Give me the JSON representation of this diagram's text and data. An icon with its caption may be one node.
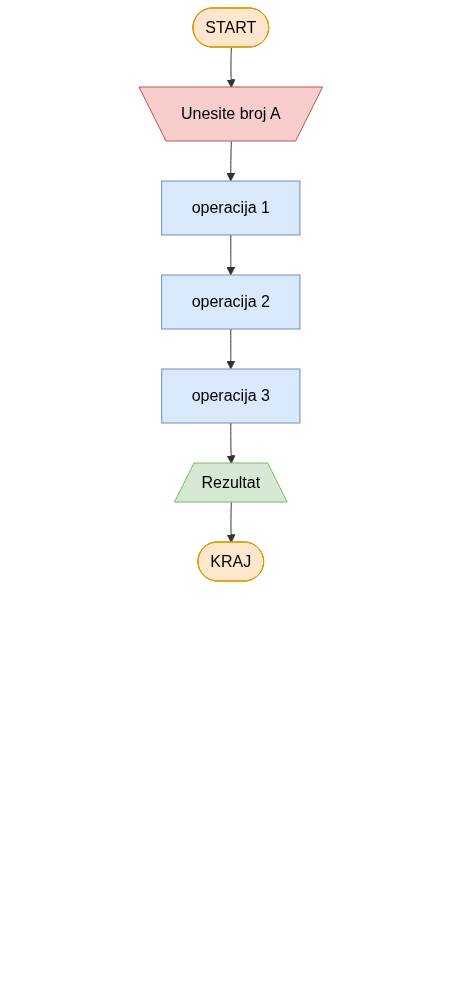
{
  "diagram": {
    "nodes": [
      {
        "text": [
          "START"
        ]
      },
      {
        "text": [
          "Unesite broj A"
        ]
      },
      {
        "text": [
          "operacija 1"
        ]
      },
      {
        "text": [
          "operacija 2"
        ]
      },
      {
        "text": [
          "operacija 3"
        ]
      },
      {
        "text": [
          "Rezultat"
        ]
      },
      {
        "text": [
          "KRAJ"
        ]
      }
    ],
    "edges": [
      {
        "from": 0,
        "to": 1,
        "arrow": "to"
      },
      {
        "from": 1,
        "to": 2,
        "arrow": "to"
      },
      {
        "from": 2,
        "to": 3,
        "arrow": "to"
      },
      {
        "from": 3,
        "to": 4,
        "arrow": "to"
      },
      {
        "from": 4,
        "to": 5,
        "arrow": "to"
      },
      {
        "from": 5,
        "to": 6,
        "arrow": "to"
      }
    ]
  }
}
